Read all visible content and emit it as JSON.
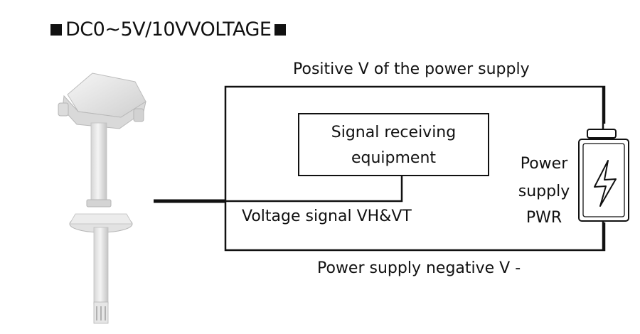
{
  "title": "DC0~5V/10VVOLTAGE",
  "labels": {
    "positive": "Positive V of the power supply",
    "negative": "Power supply negative V -",
    "receiver_line1": "Signal receiving",
    "receiver_line2": "equipment",
    "signal": "Voltage signal VH&VT",
    "power_line1": "Power",
    "power_line2": "supply",
    "power_line3": "PWR"
  },
  "icons": {
    "sensor": "duct-humidity-sensor-image",
    "battery": "battery-icon",
    "bolt": "lightning-bolt-icon"
  },
  "colors": {
    "line": "#111111",
    "sensor_body": "#e9e9e9",
    "sensor_shadow": "#c9c9c9"
  }
}
